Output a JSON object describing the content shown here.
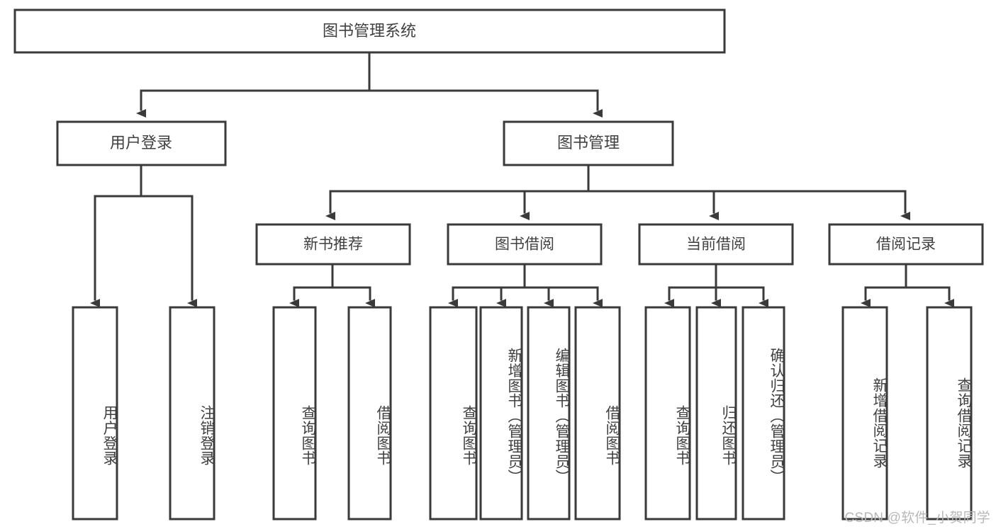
{
  "diagram": {
    "type": "tree-hierarchy",
    "title": "图书管理系统",
    "root": {
      "id": "root",
      "label": "图书管理系统",
      "orientation": "horizontal"
    },
    "level2": [
      {
        "id": "user-login",
        "label": "用户登录",
        "orientation": "horizontal"
      },
      {
        "id": "book-management",
        "label": "图书管理",
        "orientation": "horizontal"
      }
    ],
    "level3": [
      {
        "id": "new-book-recommend",
        "label": "新书推荐",
        "parent": "book-management",
        "orientation": "horizontal"
      },
      {
        "id": "book-borrow",
        "label": "图书借阅",
        "parent": "book-management",
        "orientation": "horizontal"
      },
      {
        "id": "current-borrow",
        "label": "当前借阅",
        "parent": "book-management",
        "orientation": "horizontal"
      },
      {
        "id": "borrow-record",
        "label": "借阅记录",
        "parent": "book-management",
        "orientation": "horizontal"
      }
    ],
    "leaves": [
      {
        "id": "leaf-user-login",
        "label": "用户登录",
        "parent": "user-login",
        "orientation": "vertical"
      },
      {
        "id": "leaf-logout-login",
        "label": "注销登录",
        "parent": "user-login",
        "orientation": "vertical"
      },
      {
        "id": "leaf-query-book-1",
        "label": "查询图书",
        "parent": "new-book-recommend",
        "orientation": "vertical"
      },
      {
        "id": "leaf-borrow-book-1",
        "label": "借阅图书",
        "parent": "new-book-recommend",
        "orientation": "vertical"
      },
      {
        "id": "leaf-query-book-2",
        "label": "查询图书",
        "parent": "book-borrow",
        "orientation": "vertical"
      },
      {
        "id": "leaf-add-book",
        "label": "新增图书（管理员）",
        "parent": "book-borrow",
        "orientation": "vertical"
      },
      {
        "id": "leaf-edit-book",
        "label": "编辑图书（管理员）",
        "parent": "book-borrow",
        "orientation": "vertical"
      },
      {
        "id": "leaf-borrow-book-2",
        "label": "借阅图书",
        "parent": "book-borrow",
        "orientation": "vertical"
      },
      {
        "id": "leaf-query-book-3",
        "label": "查询图书",
        "parent": "current-borrow",
        "orientation": "vertical"
      },
      {
        "id": "leaf-return-book",
        "label": "归还图书",
        "parent": "current-borrow",
        "orientation": "vertical"
      },
      {
        "id": "leaf-confirm-return",
        "label": "确认归还（管理员）",
        "parent": "current-borrow",
        "orientation": "vertical"
      },
      {
        "id": "leaf-add-record",
        "label": "新增借阅记录",
        "parent": "borrow-record",
        "orientation": "vertical"
      },
      {
        "id": "leaf-query-record",
        "label": "查询借阅记录",
        "parent": "borrow-record",
        "orientation": "vertical"
      }
    ],
    "colors": {
      "box_stroke": "#3a3a3a",
      "box_fill": "#ffffff",
      "text": "#404040",
      "connector": "#3a3a3a",
      "background": "#ffffff",
      "watermark": "#b8b8b8"
    }
  },
  "watermark": {
    "text": "CSDN @软件_小贺同学"
  }
}
